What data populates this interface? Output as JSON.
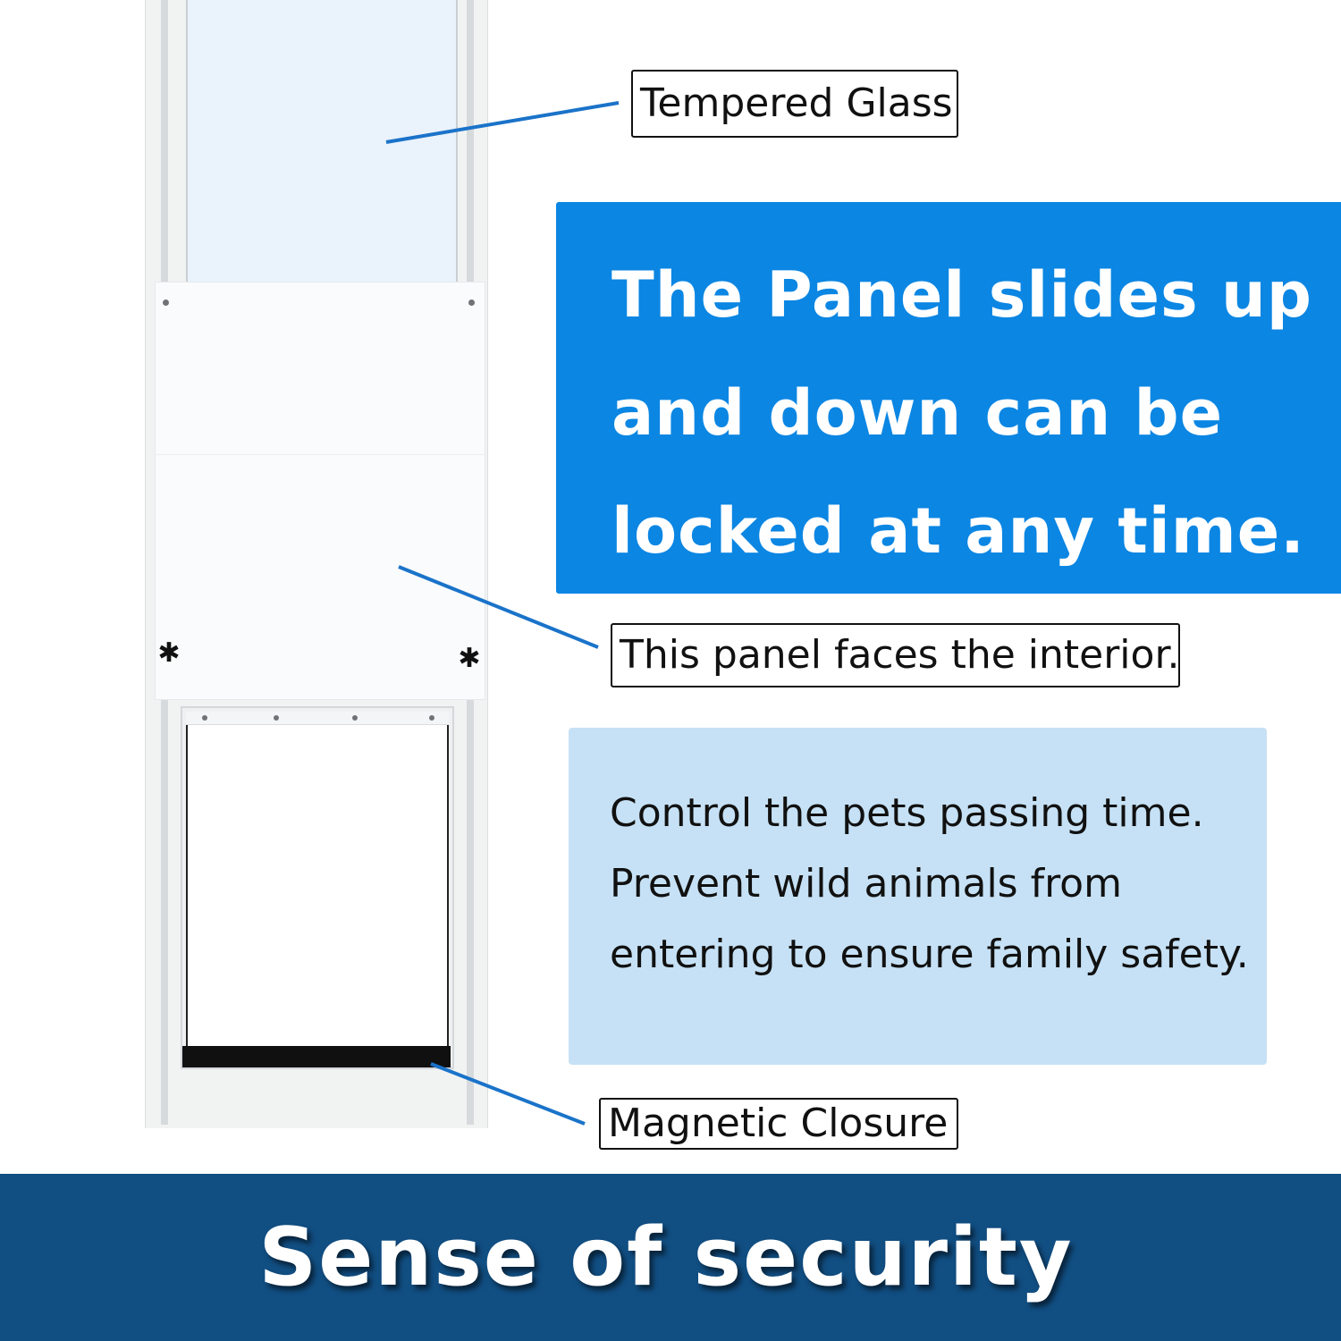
{
  "labels": {
    "glass": "Tempered Glass",
    "panel": "This panel faces the interior.",
    "closure": "Magnetic Closure"
  },
  "headline": {
    "lines": [
      "The Panel slides up",
      "and down can be",
      "locked at any time."
    ]
  },
  "description": {
    "lines": [
      "Control the pets passing time.",
      "Prevent wild animals from",
      "entering to ensure family safety."
    ]
  },
  "footer": {
    "text": "Sense of security"
  },
  "colors": {
    "headline_bg": "#0b86e3",
    "description_bg": "#c6e1f5",
    "footer_bg": "#114e82",
    "leader_line": "#1a73c9"
  }
}
